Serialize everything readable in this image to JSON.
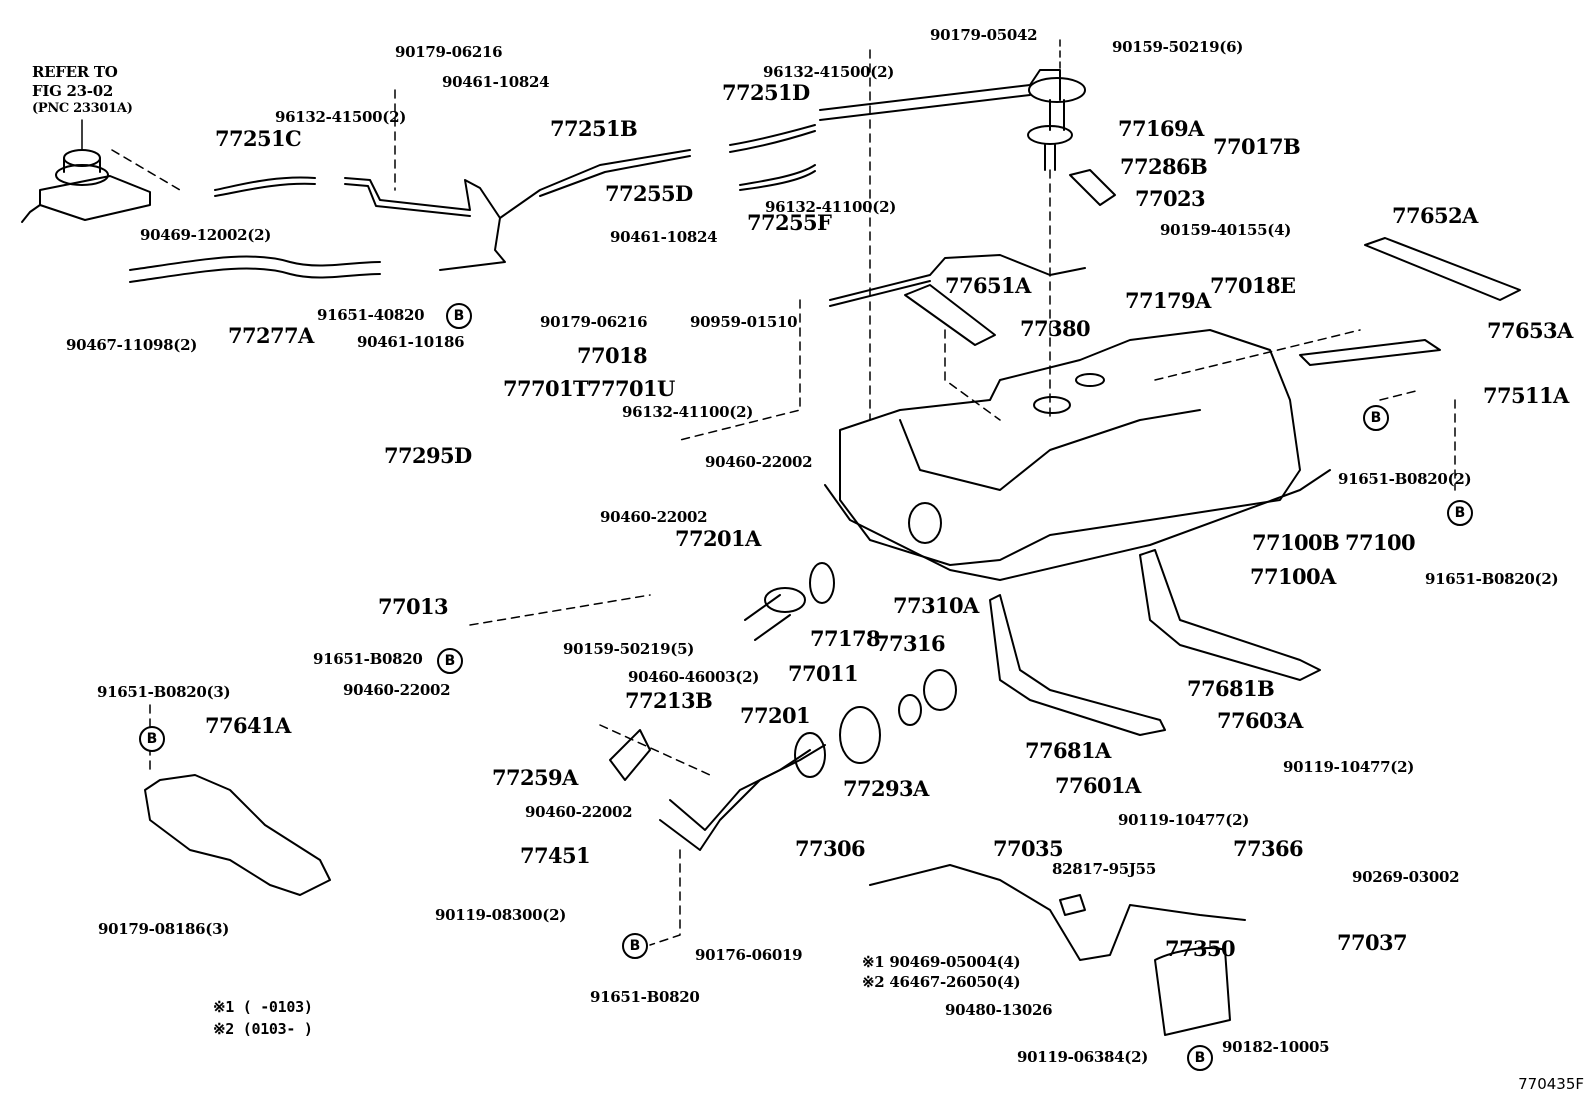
{
  "diagram": {
    "title": "Fuel tank and tube parts diagram",
    "figure_code": "770435F",
    "reference_note": [
      "REFER TO",
      "FIG 23-02",
      "(PNC 23301A)"
    ],
    "b_marker": "B",
    "footnotes": [
      {
        "mark": "※1",
        "range": "(      -0103)"
      },
      {
        "mark": "※2",
        "range": "(0103-      )"
      }
    ],
    "labels": {
      "p90179_06216_top": "90179-06216",
      "p90461_10824_top": "90461-10824",
      "p96132_41500_left": "96132-41500(2)",
      "p77251C": "77251C",
      "p77251B": "77251B",
      "p77255D": "77255D",
      "p77251D": "77251D",
      "p96132_41500_right": "96132-41500(2)",
      "p77255F": "77255F",
      "p96132_41100_top": "96132-41100(2)",
      "p90179_05042": "90179-05042",
      "p90159_50219_6": "90159-50219(6)",
      "p77169A": "77169A",
      "p77286B": "77286B",
      "p77023": "77023",
      "p77017B": "77017B",
      "p90159_40155": "90159-40155(4)",
      "p90469_12002": "90469-12002(2)",
      "p90461_10824_mid": "90461-10824",
      "p90467_11098": "90467-11098(2)",
      "p77277A": "77277A",
      "p91651_40820": "91651-40820",
      "p90461_10186": "90461-10186",
      "p90179_06216_mid": "90179-06216",
      "p90959_01510": "90959-01510",
      "p77018": "77018",
      "p77701T": "77701T",
      "p77701U": "77701U",
      "p96132_41100_bottom": "96132-41100(2)",
      "p77295D": "77295D",
      "p77652A": "77652A",
      "p77651A": "77651A",
      "p77018E": "77018E",
      "p77179A": "77179A",
      "p77380": "77380",
      "p77653A": "77653A",
      "p77511A": "77511A",
      "p91651_B0820_2a": "91651-B0820(2)",
      "p91651_B0820_2b": "91651-B0820(2)",
      "p77100B": "77100B",
      "p77100": "77100",
      "p77100A": "77100A",
      "p90460_22002_a": "90460-22002",
      "p90460_22002_b": "90460-22002",
      "p77201A": "77201A",
      "p77013": "77013",
      "p91651_B0820_single": "91651-B0820",
      "p90460_22002_c": "90460-22002",
      "p90159_50219_5": "90159-50219(5)",
      "p90460_46003": "90460-46003(2)",
      "p77011": "77011",
      "p77178": "77178",
      "p77310A": "77310A",
      "p77316": "77316",
      "p77213B": "77213B",
      "p77201": "77201",
      "p77259A": "77259A",
      "p90460_22002_d": "90460-22002",
      "p77293A": "77293A",
      "p91651_B0820_3": "91651-B0820(3)",
      "p77641A": "77641A",
      "p90179_08186": "90179-08186(3)",
      "p77451": "77451",
      "p90119_08300": "90119-08300(2)",
      "p91651_B0820_bottom": "91651-B0820",
      "p77306": "77306",
      "p90176_06019": "90176-06019",
      "p77035": "77035",
      "p82817_95355": "82817-95J55",
      "p90469_05004": "※1 90469-05004(4)",
      "p46467_26050": "※2 46467-26050(4)",
      "p90480_13026": "90480-13026",
      "p77681A": "77681A",
      "p77601A": "77601A",
      "p90119_10477_a": "90119-10477(2)",
      "p77681B": "77681B",
      "p77603A": "77603A",
      "p90119_10477_b": "90119-10477(2)",
      "p77366": "77366",
      "p90269_03002": "90269-03002",
      "p77037": "77037",
      "p77350": "77350",
      "p90119_06384": "90119-06384(2)",
      "p90182_10005": "90182-10005"
    }
  }
}
